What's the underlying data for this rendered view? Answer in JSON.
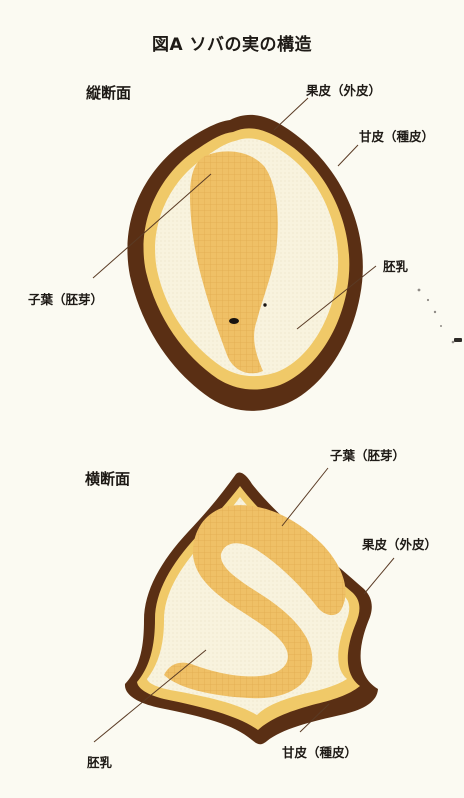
{
  "title": "図A ソバの実の構造",
  "longitudinal": {
    "heading": "縦断面",
    "labels": {
      "pericarp": "果皮（外皮）",
      "seed_coat": "甘皮（種皮）",
      "endosperm": "胚乳",
      "cotyledon": "子葉（胚芽）"
    }
  },
  "cross": {
    "heading": "横断面",
    "labels": {
      "cotyledon": "子葉（胚芽）",
      "pericarp": "果皮（外皮）",
      "endosperm": "胚乳",
      "seed_coat": "甘皮（種皮）"
    }
  },
  "colors": {
    "pericarp": "#5a2f14",
    "seed_coat": "#f0c968",
    "endosperm": "#f8f3de",
    "cotyledon": "#efc066",
    "background": "#fbfaf2"
  }
}
